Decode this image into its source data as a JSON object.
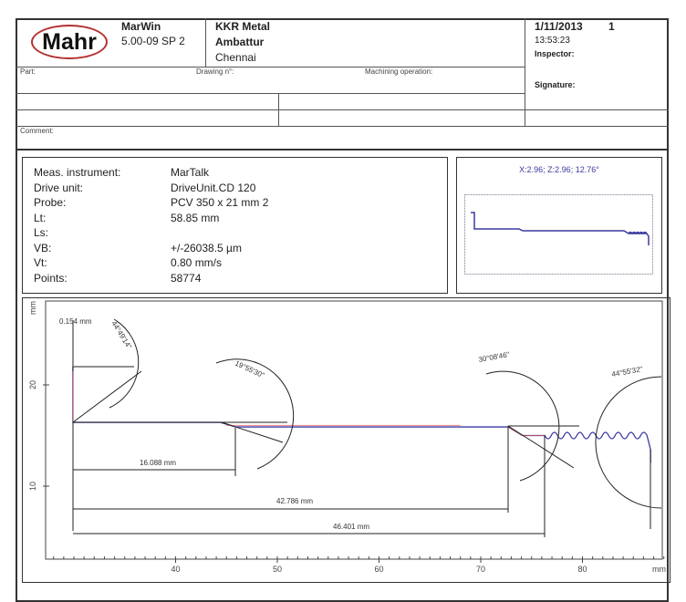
{
  "header": {
    "logo": "Mahr",
    "software": "MarWin",
    "version": "5.00-09 SP 2",
    "company": "KKR Metal",
    "location1": "Ambattur",
    "location2": "Chennai",
    "date": "1/11/2013",
    "page": "1",
    "time": "13:53:23",
    "inspector_label": "Inspector:",
    "signature_label": "Signature:"
  },
  "form": {
    "part_label": "Part:",
    "drawing_label": "Drawing n°:",
    "machining_label": "Machining operation:",
    "comment_label": "Comment:"
  },
  "info": {
    "rows": [
      {
        "label": "Meas. instrument:",
        "value": "MarTalk"
      },
      {
        "label": "Drive unit:",
        "value": "DriveUnit.CD 120"
      },
      {
        "label": "Probe:",
        "value": "PCV 350 x 21 mm 2"
      },
      {
        "label": "Lt:",
        "value": "58.85 mm"
      },
      {
        "label": "Ls:",
        "value": ""
      },
      {
        "label": "VB:",
        "value": "+/-26038.5 µm"
      },
      {
        "label": "Vt:",
        "value": "0.80 mm/s"
      },
      {
        "label": "Points:",
        "value": "58774"
      }
    ]
  },
  "overview": {
    "caption": "X:2.96; Z:2.96; 12.76°",
    "color": "#3a3aa0"
  },
  "chart_data": {
    "type": "line",
    "xlabel": "mm",
    "ylabel": "mm",
    "xlim": [
      27,
      88
    ],
    "ylim": [
      2.5,
      28
    ],
    "xticks": [
      "40",
      "50",
      "60",
      "70",
      "80"
    ],
    "xtick_values": [
      40,
      50,
      60,
      70,
      80
    ],
    "yticks": [
      "10",
      "20"
    ],
    "ytick_values": [
      10,
      20
    ],
    "profile": {
      "x": [
        29.9,
        29.9,
        44.4,
        45.9,
        72.7,
        74.1,
        76.3,
        85.9,
        86.7,
        86.7
      ],
      "y": [
        21.8,
        16.3,
        16.3,
        15.85,
        15.85,
        15.0,
        15.0,
        14.5,
        13.6,
        12.3
      ]
    },
    "annotations": {
      "d1": "0.154 mm",
      "a1": "44°49'14\"",
      "a2": "19°55'30\"",
      "d2": "16.088 mm",
      "a3": "30°08'46\"",
      "a4": "44°55'32\"",
      "d3": "42.786 mm",
      "d4": "46.401 mm"
    },
    "colors": {
      "profile": "#3a3aa0",
      "element": "#e05050",
      "dim": "#222"
    }
  }
}
